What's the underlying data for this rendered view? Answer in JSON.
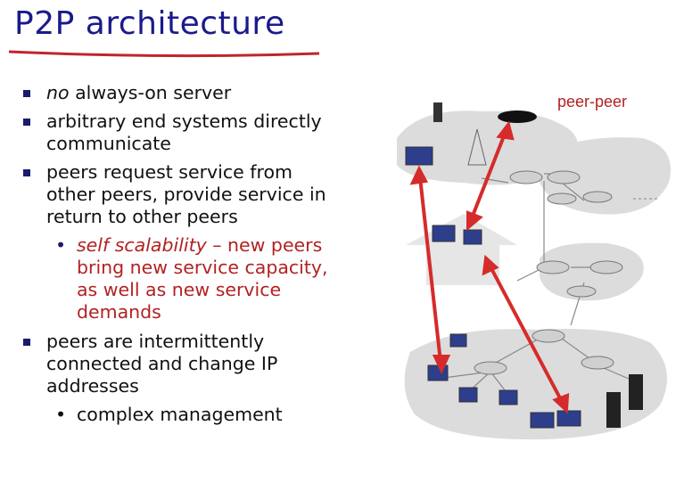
{
  "title": "P2P architecture",
  "bullets": [
    {
      "em": "no",
      "text": " always-on server"
    },
    {
      "text": "arbitrary end systems directly communicate"
    },
    {
      "text": "peers request service from other peers, provide service in return to other peers"
    }
  ],
  "sub1": {
    "em": "self scalability",
    "text": " – new peers bring new service capacity, as well as new service demands"
  },
  "bullet4": "peers are intermittently connected and change IP addresses",
  "sub2": "complex management",
  "diagram": {
    "label": "peer-peer",
    "arrow_color": "#d62b2b",
    "cloud_color": "#dcdcdc"
  }
}
